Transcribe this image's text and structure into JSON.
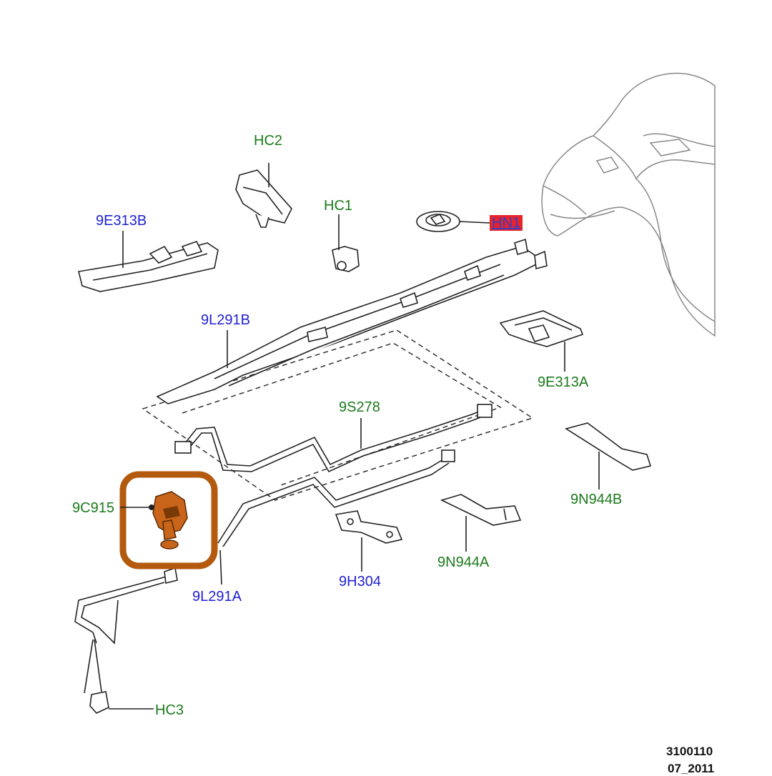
{
  "colors": {
    "green_label": "#1a7a1a",
    "blue_label": "#1f1fd1",
    "highlight_box": "#b35a0e",
    "highlight_part": "#c8651a",
    "hn1_bg": "#e8232a",
    "hn1_text": "#3340c8",
    "line": "#222222",
    "ghost_line": "#888888"
  },
  "parts": [
    {
      "id": "HC2",
      "color": "green"
    },
    {
      "id": "HC1",
      "color": "green"
    },
    {
      "id": "9E313B",
      "color": "blue"
    },
    {
      "id": "HN1",
      "color": "hn1"
    },
    {
      "id": "9L291B",
      "color": "blue"
    },
    {
      "id": "9E313A",
      "color": "green"
    },
    {
      "id": "9S278",
      "color": "green"
    },
    {
      "id": "9C915",
      "color": "green",
      "highlighted": true
    },
    {
      "id": "9N944B",
      "color": "green"
    },
    {
      "id": "9N944A",
      "color": "green"
    },
    {
      "id": "9H304",
      "color": "blue"
    },
    {
      "id": "9L291A",
      "color": "blue"
    },
    {
      "id": "HC3",
      "color": "green"
    }
  ],
  "footer": {
    "code": "3100110",
    "date": "07_2011"
  }
}
